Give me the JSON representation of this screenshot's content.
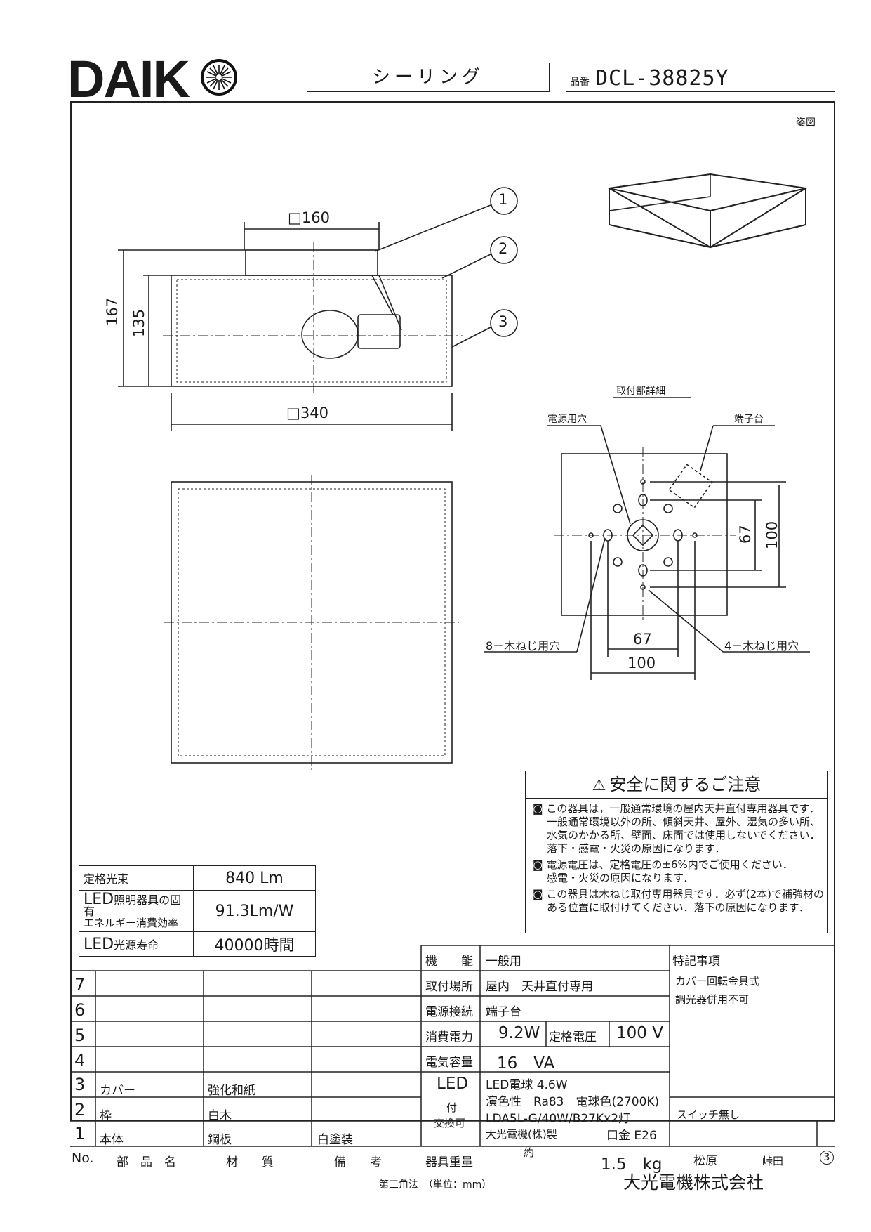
{
  "header": {
    "brand": "DAIK",
    "category": "シーリング",
    "part_number_label": "品番",
    "part_number": "DCL-38825Y"
  },
  "drawing": {
    "perspective_label": "姿図",
    "callouts": [
      "1",
      "2",
      "3"
    ],
    "dim_top": "□160",
    "dim_height_total": "167",
    "dim_height_body": "135",
    "dim_width": "□340",
    "mount_detail_title": "取付部詳細",
    "power_hole": "電源用穴",
    "terminal": "端子台",
    "dim_67_v": "67",
    "dim_100_v": "100",
    "dim_67_h": "67",
    "dim_100_h": "100",
    "screw_8": "8－木ねじ用穴",
    "screw_4": "4－木ねじ用穴"
  },
  "safety": {
    "title": "安全に関するご注意",
    "p1": [
      "この器具は，一般通常環境の屋内天井直付専用器具です．",
      "一般通常環境以外の所、傾斜天井、屋外、湿気の多い所、",
      "水気のかかる所、壁面、床面では使用しないでください．",
      "落下・感電・火災の原因になります．"
    ],
    "p2": [
      "電源電圧は、定格電圧の±6%内でご使用ください．",
      "感電・火災の原因になります．"
    ],
    "p3": [
      "この器具は木ねじ取付専用器具です．必ず(2本)で補強材の",
      "ある位置に取付けてください．落下の原因になります．"
    ]
  },
  "spec": {
    "rows": [
      {
        "label": "定格光束",
        "value": "840 Lm"
      },
      {
        "label_big": "LED",
        "label": "照明器具の固有",
        "label2": "エネルギー消費効率",
        "value": "91.3Lm/W"
      },
      {
        "label_big": "LED",
        "label": "光源寿命",
        "value": "40000時間"
      }
    ]
  },
  "parts": {
    "header": {
      "no": "No.",
      "name": "部　品　名",
      "material": "材　　質",
      "remark": "備　　考"
    },
    "rows": [
      {
        "no": "7",
        "name": "",
        "material": "",
        "remark": ""
      },
      {
        "no": "6",
        "name": "",
        "material": "",
        "remark": ""
      },
      {
        "no": "5",
        "name": "",
        "material": "",
        "remark": ""
      },
      {
        "no": "4",
        "name": "",
        "material": "",
        "remark": ""
      },
      {
        "no": "3",
        "name": "カバー",
        "material": "強化和紙",
        "remark": ""
      },
      {
        "no": "2",
        "name": "枠",
        "material": "白木",
        "remark": ""
      },
      {
        "no": "1",
        "name": "本体",
        "material": "鋼板",
        "remark": "白塗装"
      }
    ]
  },
  "fixture": {
    "function_label": "機　　能",
    "function": "一般用",
    "location_label": "取付場所",
    "location": "屋内　天井直付専用",
    "connection_label": "電源接続",
    "connection": "端子台",
    "power_label": "消費電力",
    "power": "9.2W",
    "voltage_label": "定格電圧",
    "voltage": "100 V",
    "capacity_label": "電気容量",
    "capacity": "16　VA",
    "led_label": "LED",
    "led_label2": "付",
    "led_label3": "交換可",
    "led_line1": "LED電球 4.6W",
    "led_line2": "演色性　Ra83　電球色(2700K)",
    "led_line3": "LDA5L-G/40W/B27Kx2灯",
    "led_line4a": "大光電機(株)製",
    "led_line4b": "口金 E26",
    "weight_label": "器具重量",
    "weight_approx": "約",
    "weight": "1.5　kg"
  },
  "notes": {
    "title": "特記事項",
    "line1": "カバー回転金具式",
    "line2": "調光器併用不可",
    "switch": "スイッチ無し"
  },
  "signoff": {
    "name1": "松原",
    "name2": "峠田",
    "rev": "3"
  },
  "footer": {
    "method": "第三角法　（単位：mm）",
    "company": "大光電機株式会社"
  }
}
